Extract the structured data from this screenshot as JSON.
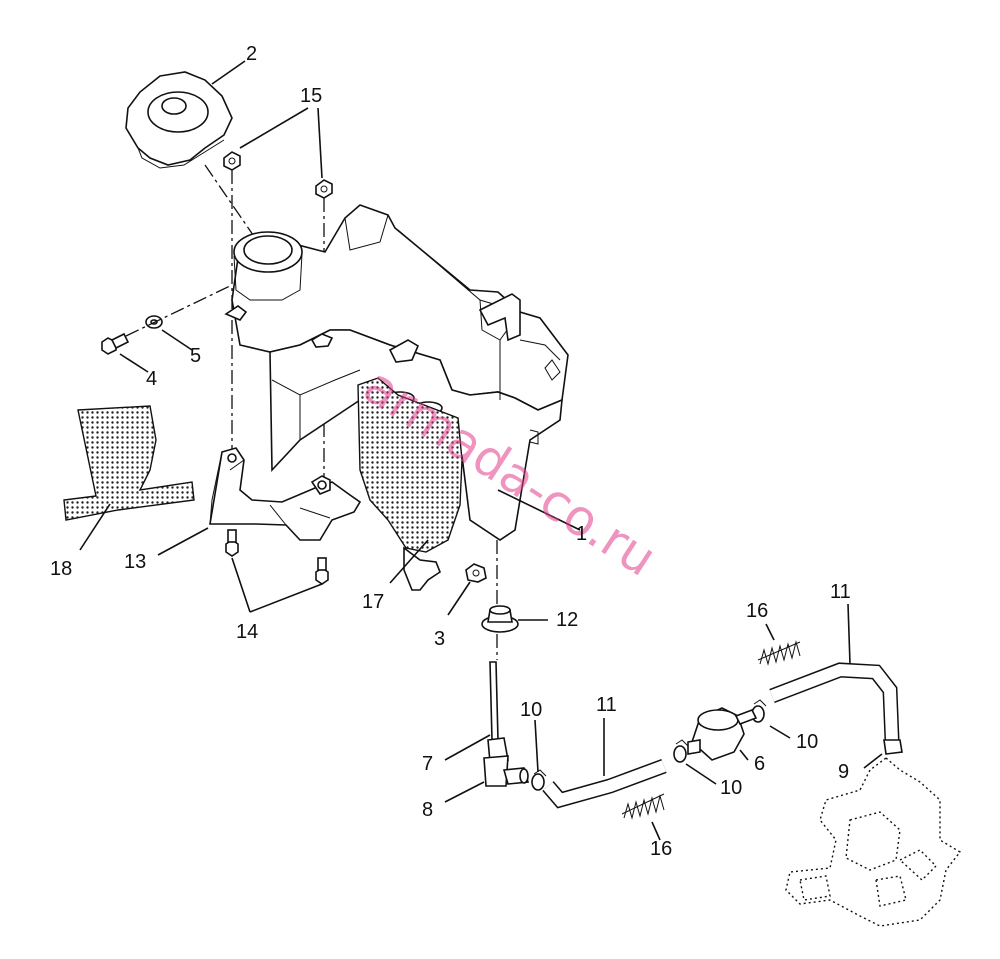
{
  "diagram": {
    "watermark": "armada-co.ru",
    "callouts": {
      "c1": "1",
      "c2": "2",
      "c3": "3",
      "c4": "4",
      "c5": "5",
      "c6": "6",
      "c7": "7",
      "c8": "8",
      "c9": "9",
      "c10a": "10",
      "c10b": "10",
      "c10c": "10",
      "c11a": "11",
      "c11b": "11",
      "c12": "12",
      "c13": "13",
      "c14": "14",
      "c15": "15",
      "c16a": "16",
      "c16b": "16",
      "c17": "17",
      "c18": "18"
    }
  }
}
